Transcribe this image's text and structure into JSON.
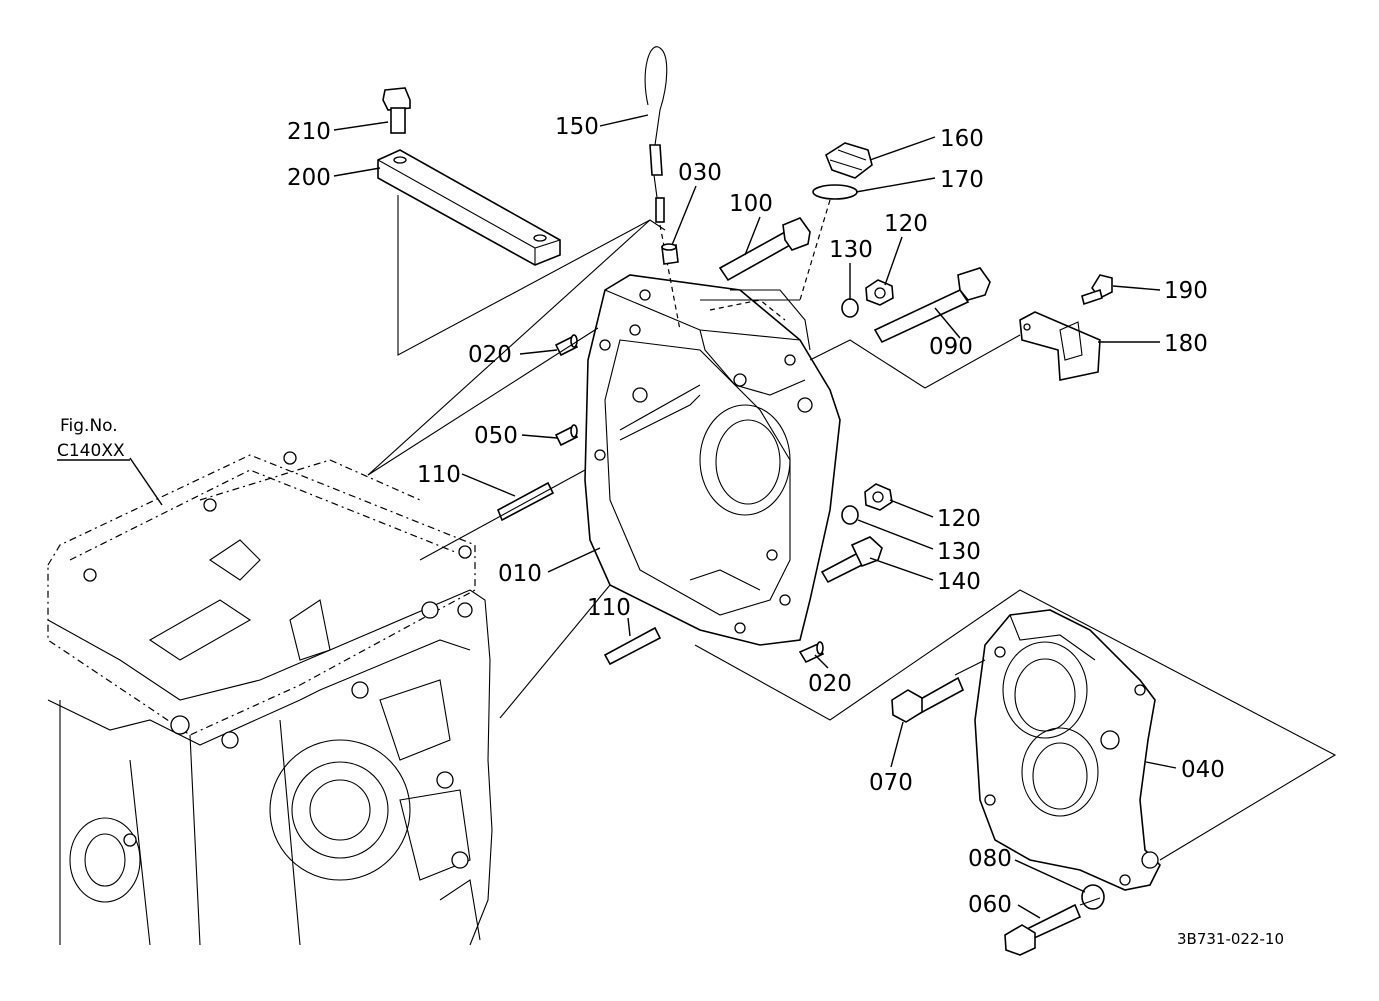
{
  "fig_ref": {
    "line1": "Fig.No.",
    "line2": "C140XX"
  },
  "drawing_code": "3B731-022-10",
  "parts": [
    {
      "key": "p210",
      "label": "210"
    },
    {
      "key": "p200",
      "label": "200"
    },
    {
      "key": "p150",
      "label": "150"
    },
    {
      "key": "p030",
      "label": "030"
    },
    {
      "key": "p100",
      "label": "100"
    },
    {
      "key": "p160",
      "label": "160"
    },
    {
      "key": "p170",
      "label": "170"
    },
    {
      "key": "p130a",
      "label": "130"
    },
    {
      "key": "p120a",
      "label": "120"
    },
    {
      "key": "p190",
      "label": "190"
    },
    {
      "key": "p180",
      "label": "180"
    },
    {
      "key": "p090",
      "label": "090"
    },
    {
      "key": "p020a",
      "label": "020"
    },
    {
      "key": "p050",
      "label": "050"
    },
    {
      "key": "p110a",
      "label": "110"
    },
    {
      "key": "p120b",
      "label": "120"
    },
    {
      "key": "p130b",
      "label": "130"
    },
    {
      "key": "p140",
      "label": "140"
    },
    {
      "key": "p010",
      "label": "010"
    },
    {
      "key": "p110b",
      "label": "110"
    },
    {
      "key": "p020b",
      "label": "020"
    },
    {
      "key": "p040",
      "label": "040"
    },
    {
      "key": "p070",
      "label": "070"
    },
    {
      "key": "p080",
      "label": "080"
    },
    {
      "key": "p060",
      "label": "060"
    }
  ]
}
